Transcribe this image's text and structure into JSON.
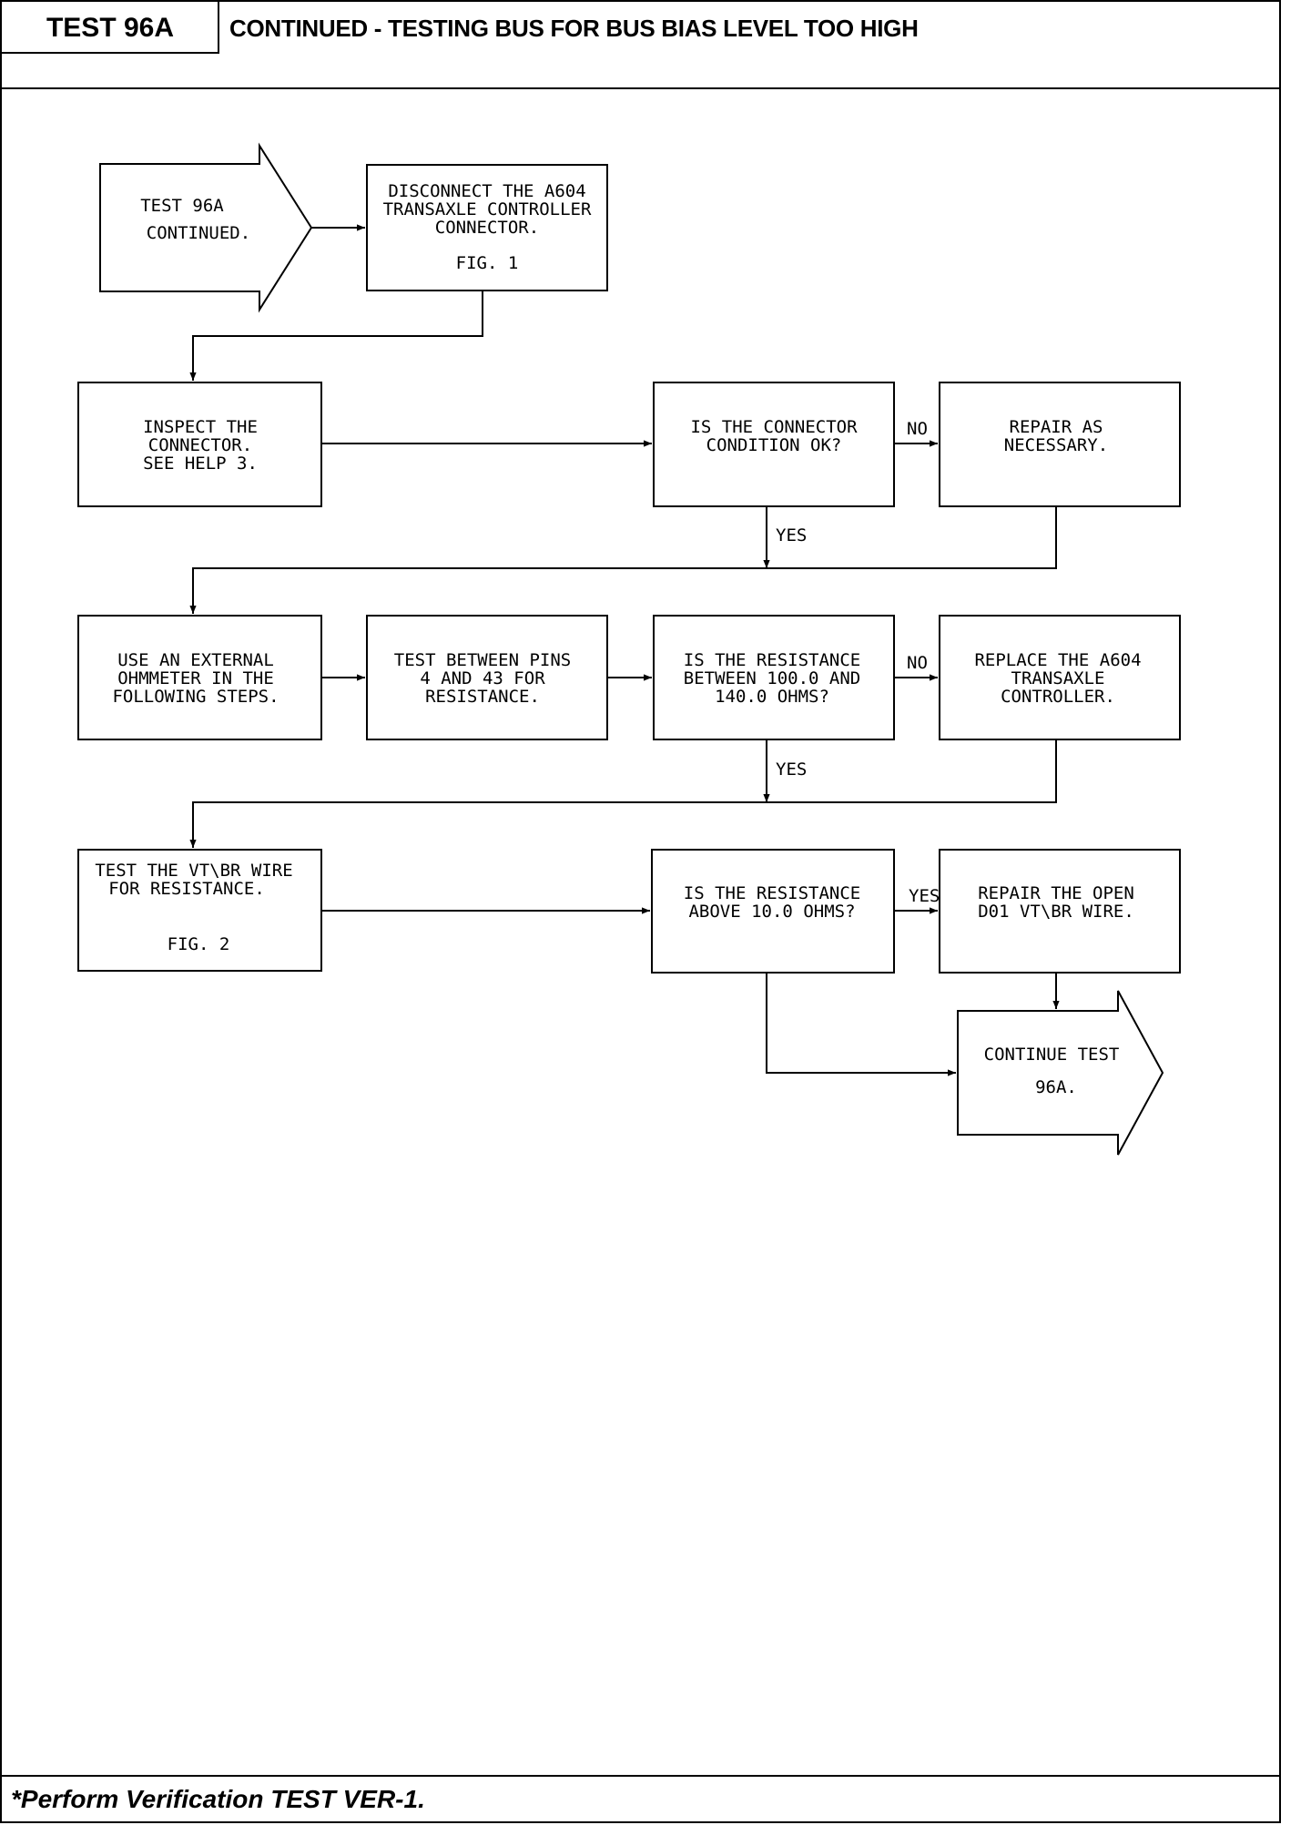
{
  "header": {
    "test_label": "TEST 96A",
    "title": "CONTINUED - TESTING BUS FOR BUS BIAS LEVEL TOO HIGH"
  },
  "flowchart": {
    "start": [
      "TEST 96A",
      "CONTINUED."
    ],
    "disconnect": [
      "DISCONNECT THE A604",
      "TRANSAXLE CONTROLLER",
      "CONNECTOR.",
      "FIG. 1"
    ],
    "inspect": [
      "INSPECT THE",
      "CONNECTOR.",
      "SEE HELP 3."
    ],
    "q_connector": [
      "IS THE CONNECTOR",
      "CONDITION OK?"
    ],
    "repair_necessary": [
      "REPAIR AS",
      "NECESSARY."
    ],
    "use_ohmmeter": [
      "USE AN EXTERNAL",
      "OHMMETER IN THE",
      "FOLLOWING STEPS."
    ],
    "test_pins": [
      "TEST BETWEEN PINS",
      "4 AND 43 FOR",
      "RESISTANCE."
    ],
    "q_resistance_range": [
      "IS THE RESISTANCE",
      "BETWEEN 100.0 AND",
      "140.0 OHMS?"
    ],
    "replace_controller": [
      "REPLACE THE A604",
      "TRANSAXLE",
      "CONTROLLER."
    ],
    "test_wire": [
      "TEST THE VT\\BR WIRE",
      "FOR RESISTANCE.",
      "FIG. 2"
    ],
    "q_resistance_above": [
      "IS THE RESISTANCE",
      "ABOVE 10.0 OHMS?"
    ],
    "repair_open": [
      "REPAIR THE OPEN",
      "D01 VT\\BR WIRE."
    ],
    "continue": [
      "CONTINUE TEST",
      "96A."
    ],
    "labels": {
      "no": "NO",
      "yes": "YES"
    }
  },
  "footer": {
    "note": "*Perform Verification TEST VER-1."
  }
}
